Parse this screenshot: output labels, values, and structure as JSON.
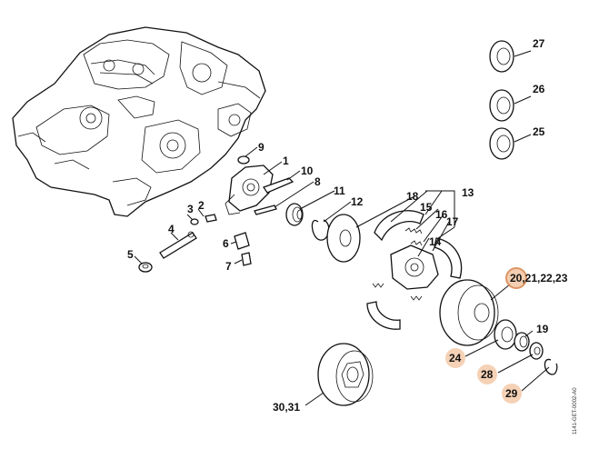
{
  "labels": {
    "l1": "1",
    "l2": "2",
    "l3": "3",
    "l4": "4",
    "l5": "5",
    "l6": "6",
    "l7": "7",
    "l8": "8",
    "l9": "9",
    "l10": "10",
    "l11": "11",
    "l12": "12",
    "l13": "13",
    "l14": "14",
    "l15": "15",
    "l16": "16",
    "l17": "17",
    "l18": "18",
    "l19": "19",
    "l20": "20,21,22,23",
    "l24": "24",
    "l25": "25",
    "l26": "26",
    "l27": "27",
    "l28": "28",
    "l29": "29",
    "l30": "30,31"
  },
  "reference_code": "1141-GET-0002-A0",
  "colors": {
    "highlight": "#f3c9a8",
    "highlight_ring": "#d98b55",
    "line": "#111111"
  }
}
